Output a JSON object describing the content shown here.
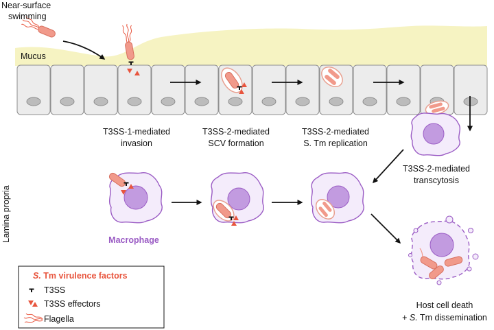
{
  "labels": {
    "near_surface_line1": "Near-surface",
    "near_surface_line2": "swimming",
    "mucus": "Mucus",
    "t3ss1_line1": "T3SS-1-mediated",
    "t3ss1_line2": "invasion",
    "scv_line1": "T3SS-2-mediated",
    "scv_line2": "SCV formation",
    "replication_line1": "T3SS-2-mediated",
    "replication_line2": "S. Tm replication",
    "transcytosis_line1": "T3SS-2-mediated",
    "transcytosis_line2": "transcytosis",
    "lamina_propria": "Lamina propria",
    "macrophage": "Macrophage",
    "death_line1": "Host cell death",
    "death_line2_prefix": "+ ",
    "death_line2_italic": "S.",
    "death_line2_suffix": " Tm dissemination"
  },
  "legend": {
    "title_italic": "S.",
    "title_rest": " Tm virulence factors",
    "items": [
      {
        "label": "T3SS",
        "icon": "t3ss-needle-icon"
      },
      {
        "label": "T3SS effectors",
        "icon": "effector-triangles-icon"
      },
      {
        "label": "Flagella",
        "icon": "flagella-icon"
      }
    ]
  },
  "colors": {
    "mucus": "#f6f3c2",
    "epithelial_cell": "#ececec",
    "nucleus": "#bcbcbc",
    "bacterium": "#f19a8b",
    "effector": "#e8553e",
    "macrophage": "#f4ecfb",
    "macrophage_outline": "#9a5bc4",
    "macrophage_nucleus": "#c29be0",
    "legend_title": "#e8553e"
  }
}
